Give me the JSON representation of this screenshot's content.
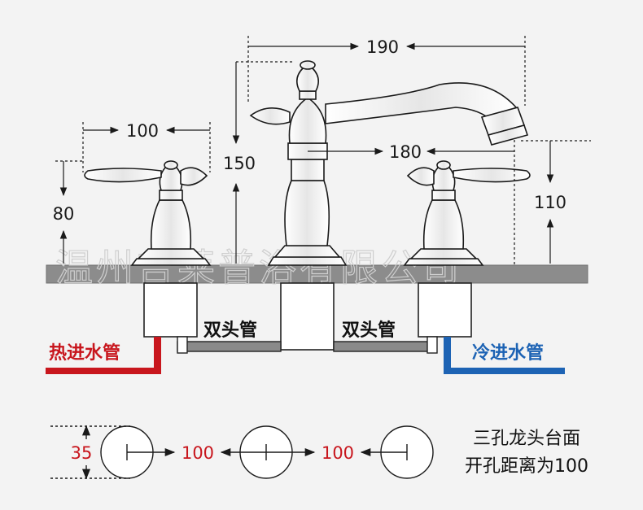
{
  "watermark": "温州吉莱普浴有限公司",
  "dimensions": {
    "width_190": "190",
    "reach_180": "180",
    "handle_spacing_100": "100",
    "handle_height_80": "80",
    "spout_height_150": "150",
    "spout_clearance_110": "110"
  },
  "labels": {
    "hot_inlet": "热进水管",
    "cold_inlet": "冷进水管",
    "dual_hose_left": "双头管",
    "dual_hose_right": "双头管"
  },
  "holes": {
    "diameter": "35",
    "spacing_left": "100",
    "spacing_right": "100",
    "note_line1": "三孔龙头台面",
    "note_line2": "开孔距离为100"
  },
  "colors": {
    "hot": "#c8161d",
    "cold": "#1d63b4",
    "countertop": "#8c8c8c"
  }
}
